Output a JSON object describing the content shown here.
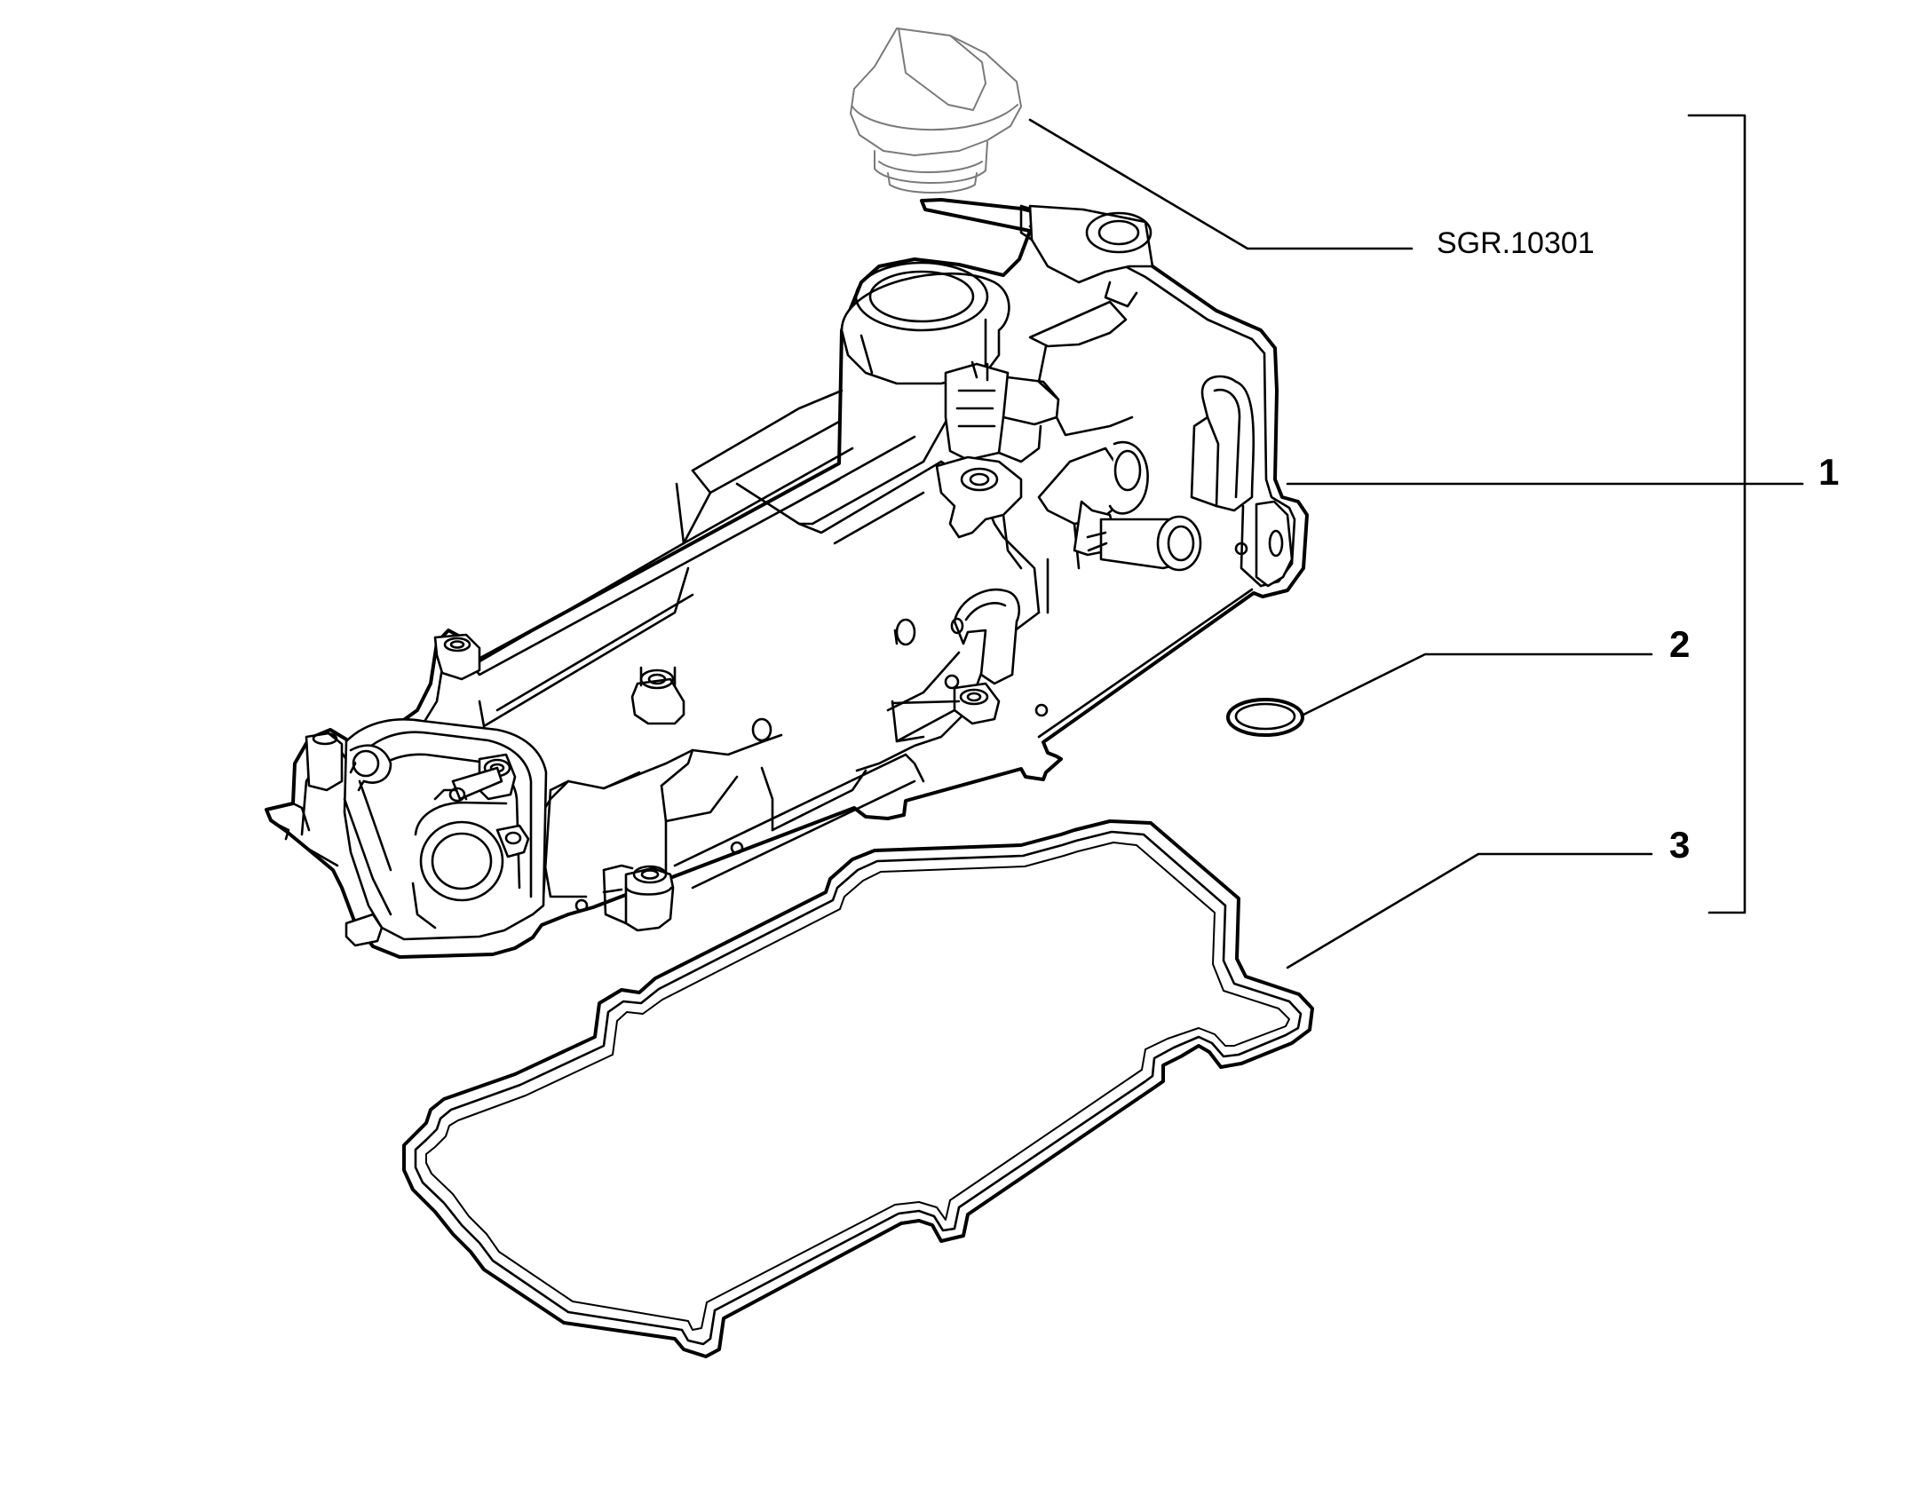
{
  "callouts": {
    "cap_ref": "SGR.10301",
    "item_1": "1",
    "item_2": "2",
    "item_3": "3"
  }
}
